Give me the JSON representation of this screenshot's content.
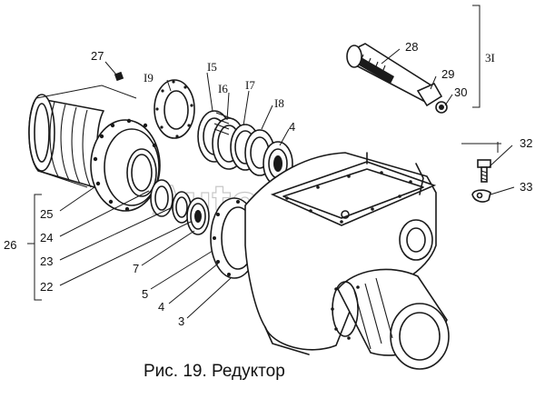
{
  "caption": "Рис. 19. Редуктор",
  "watermark": "AutoSoft",
  "callouts": {
    "c3": "3",
    "c4a": "4",
    "c4b": "4",
    "c5": "5",
    "c7": "7",
    "c15": "I5",
    "c16": "I6",
    "c17": "I7",
    "c18": "I8",
    "c19": "I9",
    "c22": "22",
    "c23": "23",
    "c24": "24",
    "c25": "25",
    "c26": "26",
    "c27": "27",
    "c28": "28",
    "c29": "29",
    "c30": "30",
    "c31": "3I",
    "c32": "32",
    "c33": "33"
  }
}
